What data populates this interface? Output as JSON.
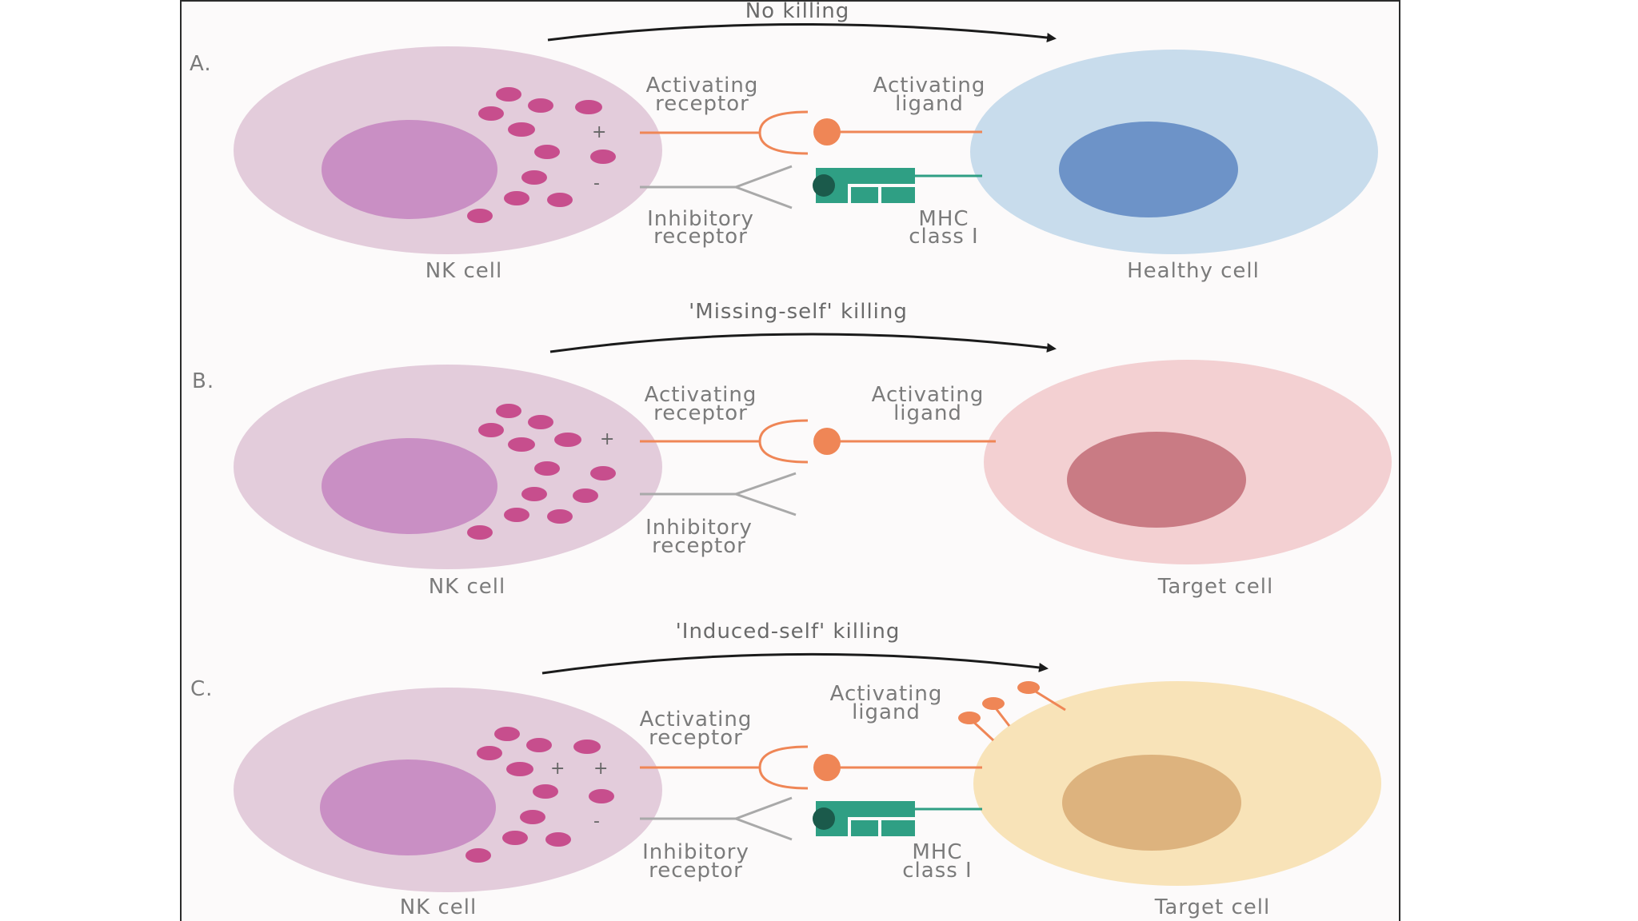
{
  "panels": [
    {
      "letter": "A.",
      "title": "No killing",
      "activating_receptor": [
        "Activating",
        "receptor"
      ],
      "activating_ligand": [
        "Activating",
        "ligand"
      ],
      "inhibitory_receptor": [
        "Inhibitory",
        "receptor"
      ],
      "mhc": [
        "MHC",
        "class I"
      ],
      "nk_label": "NK cell",
      "target_label": "Healthy cell",
      "target_color": "#c8dcec",
      "target_nucleus_color": "#6d93c8"
    },
    {
      "letter": "B.",
      "title": "'Missing-self' killing",
      "activating_receptor": [
        "Activating",
        "receptor"
      ],
      "activating_ligand": [
        "Activating",
        "ligand"
      ],
      "inhibitory_receptor": [
        "Inhibitory",
        "receptor"
      ],
      "nk_label": "NK cell",
      "target_label": "Target cell",
      "target_color": "#f3d0d2",
      "target_nucleus_color": "#c97b84"
    },
    {
      "letter": "C.",
      "title": "'Induced-self' killing",
      "activating_receptor": [
        "Activating",
        "receptor"
      ],
      "activating_ligand": [
        "Activating",
        "ligand"
      ],
      "inhibitory_receptor": [
        "Inhibitory",
        "receptor"
      ],
      "mhc": [
        "MHC",
        "class I"
      ],
      "nk_label": "NK cell",
      "target_label": "Target cell",
      "target_color": "#f8e3b8",
      "target_nucleus_color": "#ddb37e"
    }
  ],
  "signs": {
    "plus": "+",
    "minus": "-"
  },
  "colors": {
    "nk_cell": "#e3ccdb",
    "nk_nucleus": "#c98fc4",
    "granule": "#c74e8d",
    "activating": "#ef8656",
    "mhc": "#2f9f84",
    "inhibitory_line": "#a9a9a9",
    "arrow": "#1b1b1b"
  }
}
